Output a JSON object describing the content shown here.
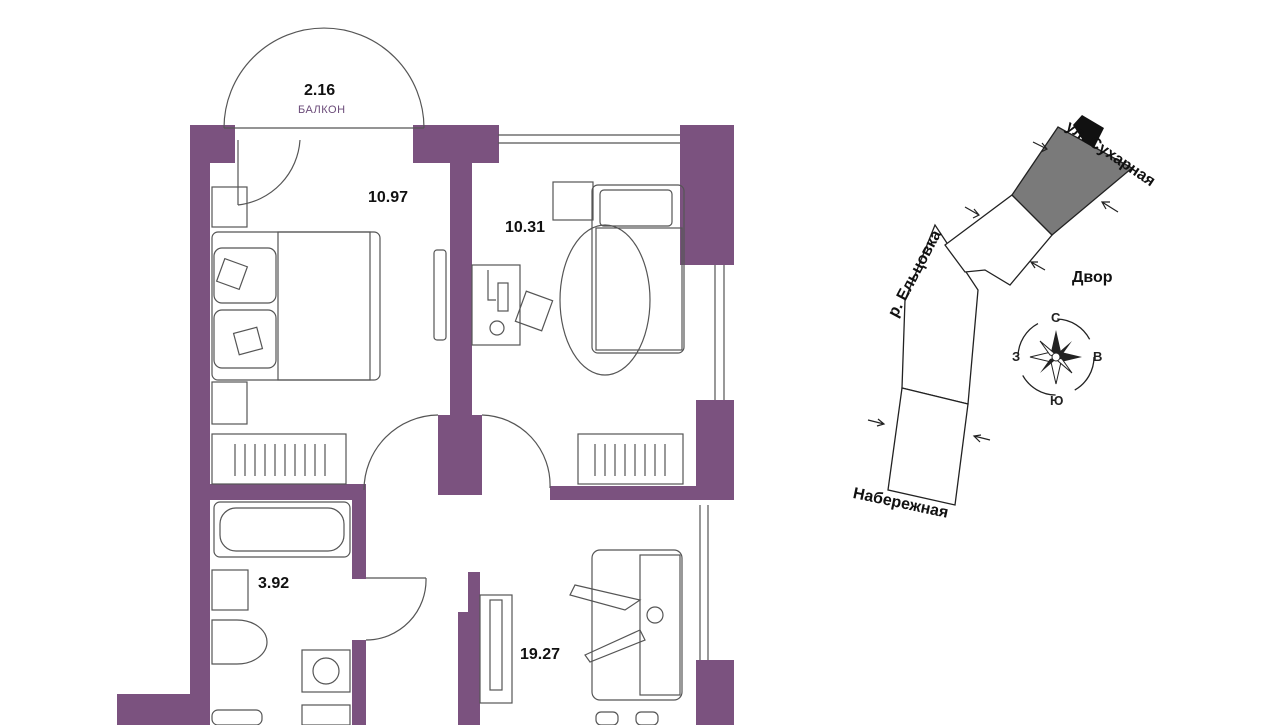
{
  "floor_plan": {
    "wall_color": "#7b527f",
    "rooms": [
      {
        "id": "balcony",
        "area": "2.16",
        "name": "БАЛКОН"
      },
      {
        "id": "bedroom",
        "area": "10.97"
      },
      {
        "id": "kids_room",
        "area": "10.31"
      },
      {
        "id": "bathroom",
        "area": "3.92"
      },
      {
        "id": "living_room",
        "area": "19.27"
      }
    ]
  },
  "site_map": {
    "street_label": "ул. Сухарная",
    "river_label": "р. Ельцовка",
    "yard_label": "Двор",
    "embankment_label": "Набережная",
    "building_fill": "#7a7a7a",
    "compass": {
      "north": "С",
      "east": "В",
      "south": "Ю",
      "west": "З"
    }
  }
}
